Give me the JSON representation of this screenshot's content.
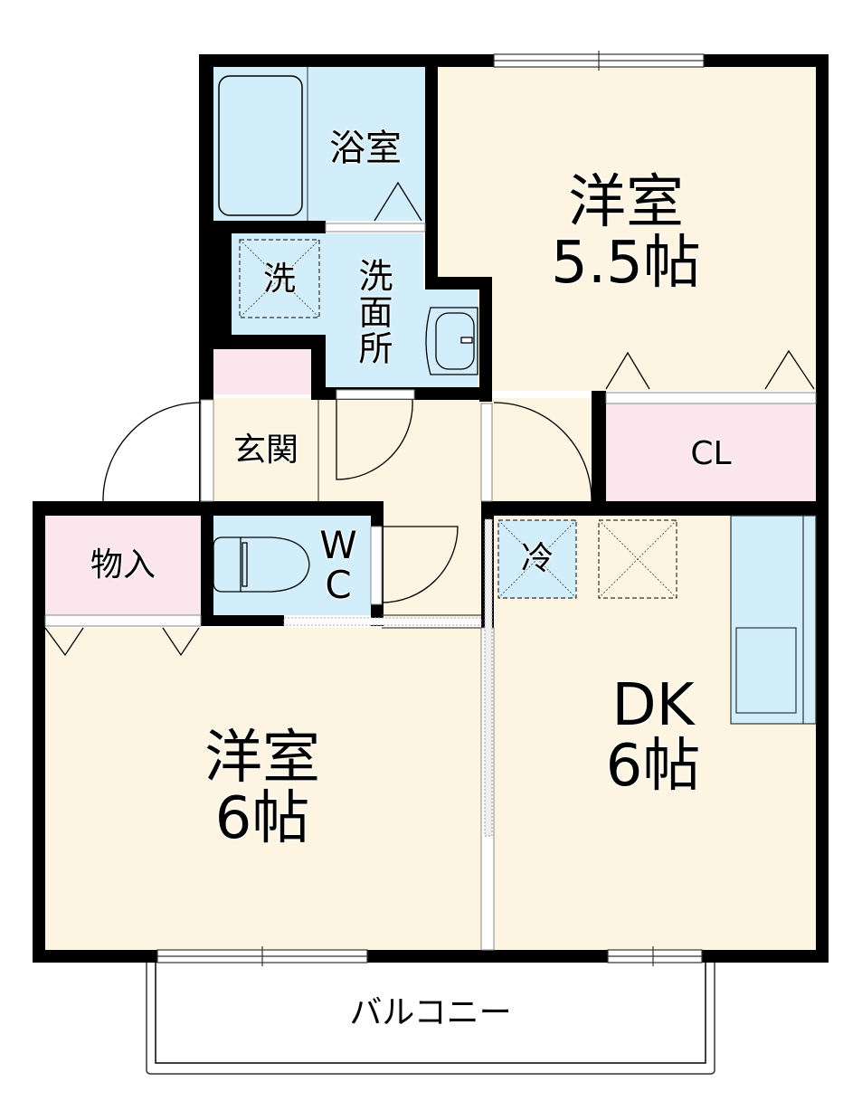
{
  "floor_plan": {
    "colors": {
      "wall": "#000000",
      "room_floor": "#fdf5e2",
      "wet_area": "#d2eefa",
      "storage": "#fbe6ee",
      "background": "#ffffff"
    },
    "rooms": {
      "western_room_1": {
        "name": "洋室",
        "size": "5.5帖"
      },
      "western_room_2": {
        "name": "洋室",
        "size": "6帖"
      },
      "dining_kitchen": {
        "name": "DK",
        "size": "6帖"
      },
      "bathroom": {
        "name": "浴室"
      },
      "washroom": {
        "name": "洗面所"
      },
      "washer_space": {
        "name": "洗"
      },
      "entrance": {
        "name": "玄関"
      },
      "toilet": {
        "name": "W\nC"
      },
      "storage": {
        "name": "物入"
      },
      "closet": {
        "name": "CL"
      },
      "fridge_space": {
        "name": "冷"
      },
      "balcony": {
        "name": "バルコニー"
      }
    }
  }
}
